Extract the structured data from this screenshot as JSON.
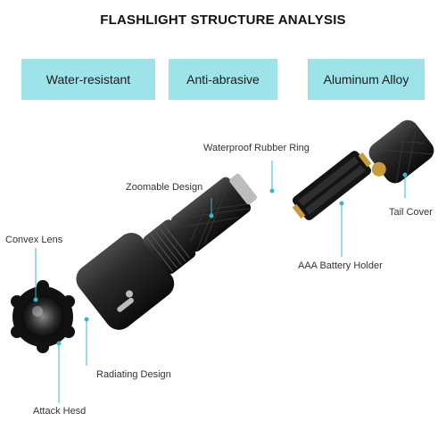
{
  "title": "FLASHLIGHT STRUCTURE ANALYSIS",
  "features": [
    "Water-resistant",
    "Anti-abrasive",
    "Aluminum Alloy"
  ],
  "labels": {
    "waterproof_ring": "Waterproof Rubber Ring",
    "zoomable": "Zoomable Design",
    "convex_lens": "Convex Lens",
    "tail_cover": "Tail Cover",
    "battery_holder": "AAA Battery Holder",
    "radiating": "Radiating Design",
    "attack_head": "Attack Hesd"
  },
  "colors": {
    "badge": "#9ee3ea",
    "leader": "#38b9c9",
    "body": "#1c1c1c",
    "brass": "#c99a3a"
  }
}
